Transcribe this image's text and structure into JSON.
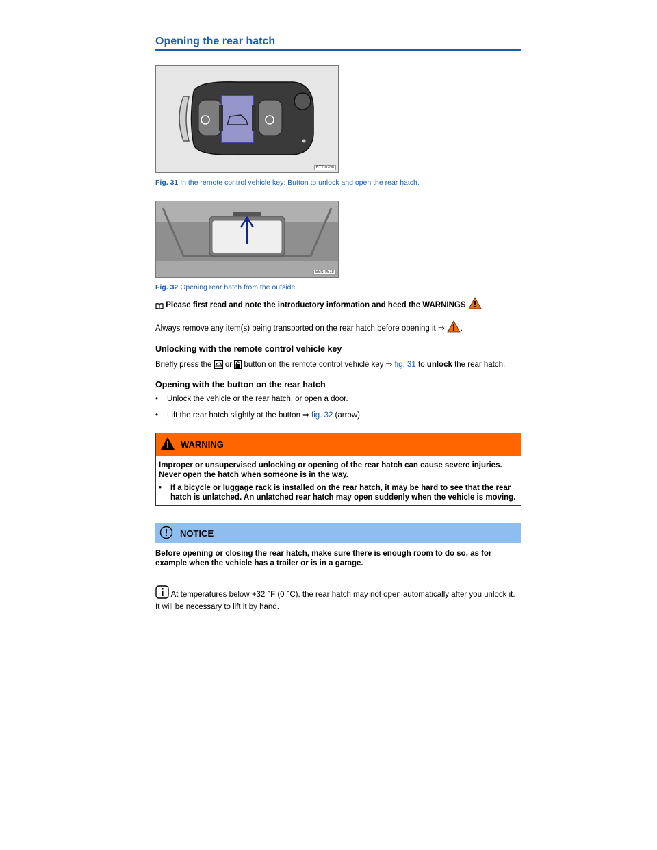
{
  "section_title": "Opening the rear hatch",
  "figure1": {
    "code": "BTT-0208",
    "label": "Fig. 31",
    "caption": "In the remote control vehicle key: Button to unlock and open the rear hatch."
  },
  "figure2": {
    "code": "B5N-0518",
    "label": "Fig. 32",
    "caption": "Opening rear hatch from the outside."
  },
  "intro": "Please first read and note the introductory information and heed the WARNINGS",
  "remove_items": "Always remove any item(s) being transported on the rear hatch before opening it ⇒",
  "unlock_heading": "Unlocking with the remote control vehicle key",
  "unlock_text": {
    "part1": "Briefly press the",
    "part2": "or",
    "part3": "button on the remote control vehicle key ⇒",
    "fig_ref": "fig. 31",
    "part4": "to",
    "bold": "unlock",
    "part5": "the rear hatch."
  },
  "open_heading": "Opening with the button on the rear hatch",
  "bullets": {
    "b1": "Unlock the vehicle or the rear hatch, or open a door.",
    "b2_pre": "Lift the rear hatch slightly at the button ⇒",
    "b2_ref": "fig. 32",
    "b2_post": "(arrow)."
  },
  "warning": {
    "title": "WARNING",
    "text1": "Improper or unsupervised unlocking or opening of the rear hatch can cause severe injuries. Never open the hatch when someone is in the way.",
    "text2": "If a bicycle or luggage rack is installed on the rear hatch, it may be hard to see that the rear hatch is unlatched. An unlatched rear hatch may open suddenly when the vehicle is moving."
  },
  "notice": {
    "title": "NOTICE",
    "text": "Before opening or closing the rear hatch, make sure there is enough room to do so, as for example when the vehicle has a trailer or is in a garage."
  },
  "info_note": "At temperatures below +32 °F (0 °C), the rear hatch may not open automatically after you unlock it. It will be necessary to lift it by hand.",
  "colors": {
    "accent": "#1a5fb4",
    "warning": "#ff6600",
    "notice": "#8ebdf0"
  }
}
